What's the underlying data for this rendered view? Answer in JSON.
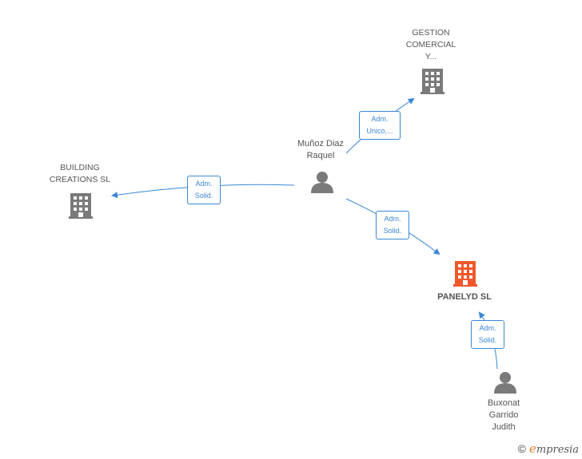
{
  "nodes": {
    "gestion": {
      "lines": [
        "GESTION",
        "COMERCIAL",
        "Y..."
      ]
    },
    "building": {
      "lines": [
        "BUILDING",
        "CREATIONS  SL"
      ]
    },
    "munoz": {
      "lines": [
        "Muñoz Diaz",
        "Raquel"
      ]
    },
    "panelyd": {
      "lines": [
        "PANELYD  SL"
      ]
    },
    "buxonat": {
      "lines": [
        "Buxonat",
        "Garrido",
        "Judith"
      ]
    }
  },
  "edges": {
    "e1": {
      "lines": [
        "Adm.",
        "Unico,..."
      ]
    },
    "e2": {
      "lines": [
        "Adm.",
        "Solid."
      ]
    },
    "e3": {
      "lines": [
        "Adm.",
        "Solid."
      ]
    },
    "e4": {
      "lines": [
        "Adm.",
        "Solid."
      ]
    }
  },
  "footer": {
    "copyright": "©",
    "brand_initial": "e",
    "brand_rest": "mpresia"
  },
  "colors": {
    "edge": "#3a87d6",
    "node_gray": "#7a7a7a",
    "focus_company": "#f0572a"
  },
  "icons": {
    "company": "building-icon",
    "person": "person-icon"
  }
}
